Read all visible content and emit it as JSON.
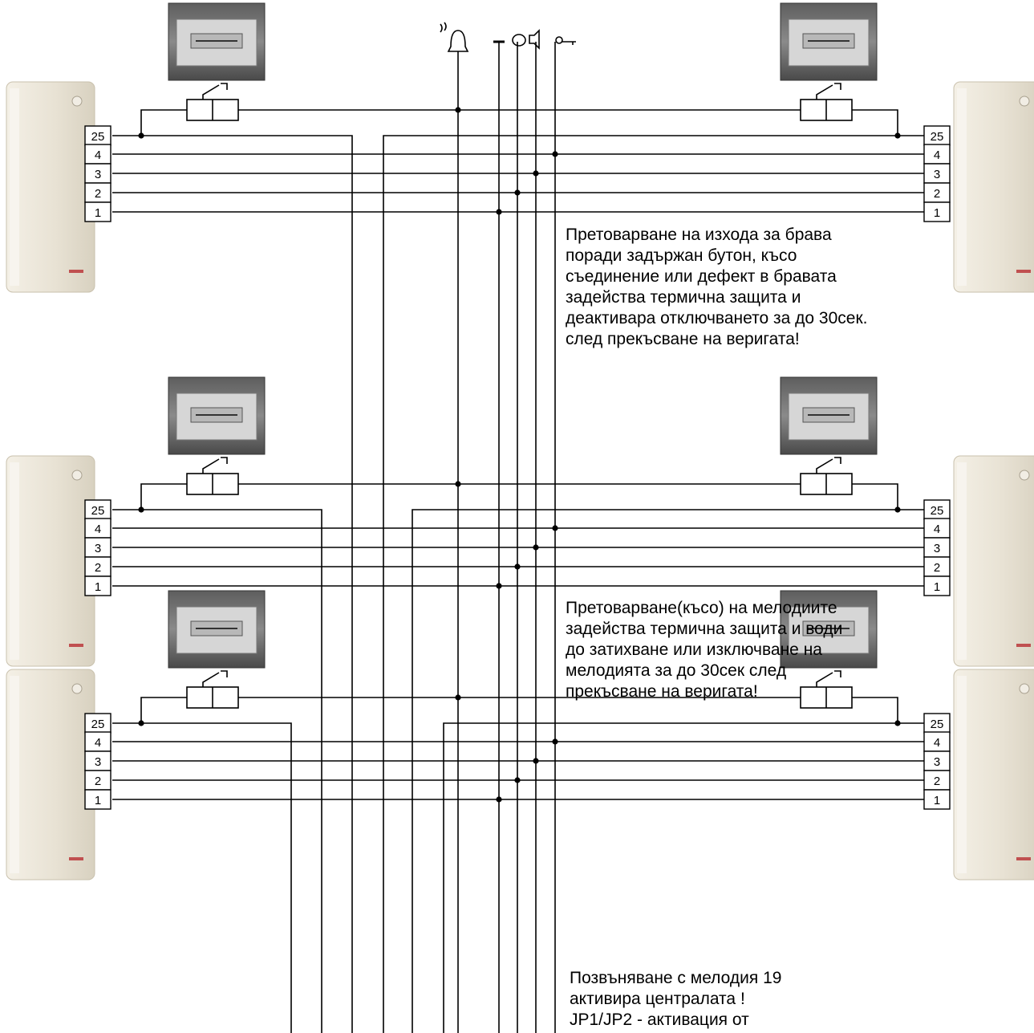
{
  "terminals": [
    "25",
    "4",
    "3",
    "2",
    "1"
  ],
  "bus_icons": [
    "bell-icon",
    "ground-icon",
    "microphone-icon",
    "speaker-icon",
    "key-icon"
  ],
  "notes": {
    "thermal_lock": "Претоварване на изхода за брава\nпоради задържан бутон, късо\nсъединение или дефект в бравата\nзадейства термична защита и\nдеактивара отключването за до 30сек.\nслед прекъсване на веригата!",
    "thermal_melody": "Претоварване(късо) на мелодиите\nзадейства термична защита и води\nдо затихване или изключване на\nмелодията за до 30сек след\nпрекъсване на веригата!",
    "melody_19": "Позвъняване с мелодия 19\nактивира централата !\nJP1/JP2 - активация от"
  },
  "colors": {
    "line": "#000000",
    "handset": "#ece7dc",
    "panel": "#6f6f6f",
    "background": "#ffffff"
  }
}
